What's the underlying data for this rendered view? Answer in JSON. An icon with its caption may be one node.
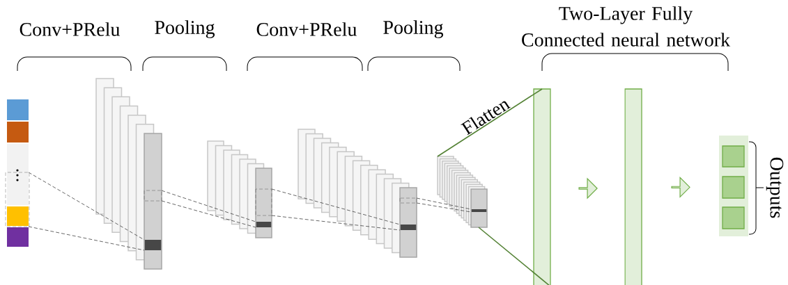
{
  "diagram": {
    "nodes": [
      {
        "text": [],
        "shape": "bar"
      },
      {
        "text": [],
        "shape": "box"
      },
      {
        "text": [],
        "shape": "box"
      },
      {
        "text": [],
        "shape": "box"
      },
      {
        "text": [],
        "shape": "box"
      },
      {
        "text": [],
        "shape": "bar"
      },
      {
        "text": [],
        "shape": "bar"
      },
      {
        "text": [],
        "shape": "bar"
      },
      {
        "text": [],
        "shape": "box",
        "in": 7
      },
      {
        "text": [],
        "shape": "box",
        "in": 7
      },
      {
        "text": [],
        "shape": "box",
        "in": 7
      }
    ],
    "edges": [
      {
        "from": 0,
        "to": 1,
        "arrow": "none",
        "style": "dashed"
      },
      {
        "from": 0,
        "to": 1,
        "arrow": "none",
        "style": "dashed"
      },
      {
        "from": 1,
        "to": 2,
        "arrow": "none",
        "style": "dashed"
      },
      {
        "from": 1,
        "to": 2,
        "arrow": "none",
        "style": "dashed"
      },
      {
        "from": 2,
        "to": 3,
        "arrow": "none",
        "style": "dashed"
      },
      {
        "from": 2,
        "to": 3,
        "arrow": "none",
        "style": "dashed"
      },
      {
        "from": 3,
        "to": 4,
        "arrow": "none",
        "style": "dashed"
      },
      {
        "from": 3,
        "to": 4,
        "arrow": "none",
        "style": "dashed"
      },
      {
        "from": 4,
        "to": 5,
        "arrow": "none",
        "label": "Flatten",
        "color": "#548235"
      },
      {
        "from": 4,
        "to": 5,
        "arrow": "none",
        "color": "#548235"
      },
      {
        "from": 5,
        "to": 6,
        "arrow": "to",
        "color": "#70ad47"
      },
      {
        "from": 6,
        "to": 7,
        "arrow": "to",
        "color": "#70ad47"
      }
    ],
    "labels": [
      "Conv+PRelu",
      "Pooling",
      "Conv+PRelu",
      "Pooling",
      "Two-Layer Fully Connected neural network",
      "Outputs"
    ]
  }
}
